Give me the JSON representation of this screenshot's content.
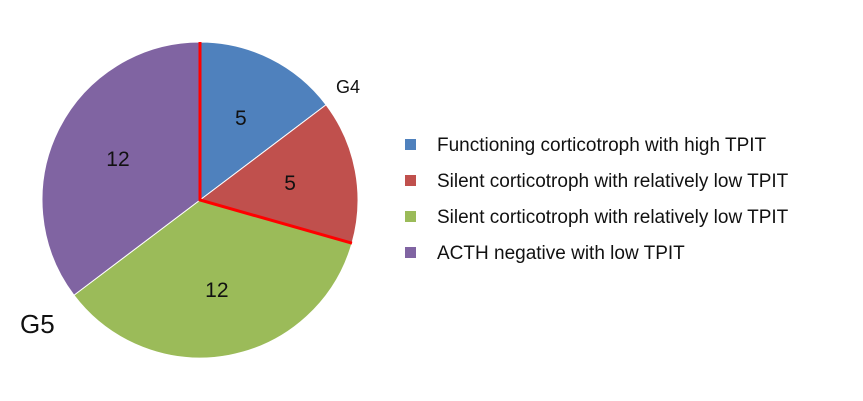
{
  "chart_data": {
    "type": "pie",
    "categories": [
      "Functioning corticotroph with high TPIT",
      "Silent corticotroph with relatively low TPIT",
      "Silent corticotroph with relatively low TPIT",
      "ACTH negative with low TPIT"
    ],
    "values": [
      5,
      5,
      12,
      12
    ],
    "data_labels": [
      "5",
      "5",
      "12",
      "12"
    ],
    "colors": [
      "#4F81BD",
      "#C0504D",
      "#9BBB59",
      "#8064A2"
    ],
    "highlight_color": "#FF0000",
    "highlighted_slice": 1,
    "start_angle_deg": 90,
    "direction": "clockwise",
    "legend_position": "right",
    "annotations": [
      {
        "text": "G4",
        "near_slice": 1
      },
      {
        "text": "G5",
        "near_slice": 3
      }
    ],
    "title": ""
  }
}
